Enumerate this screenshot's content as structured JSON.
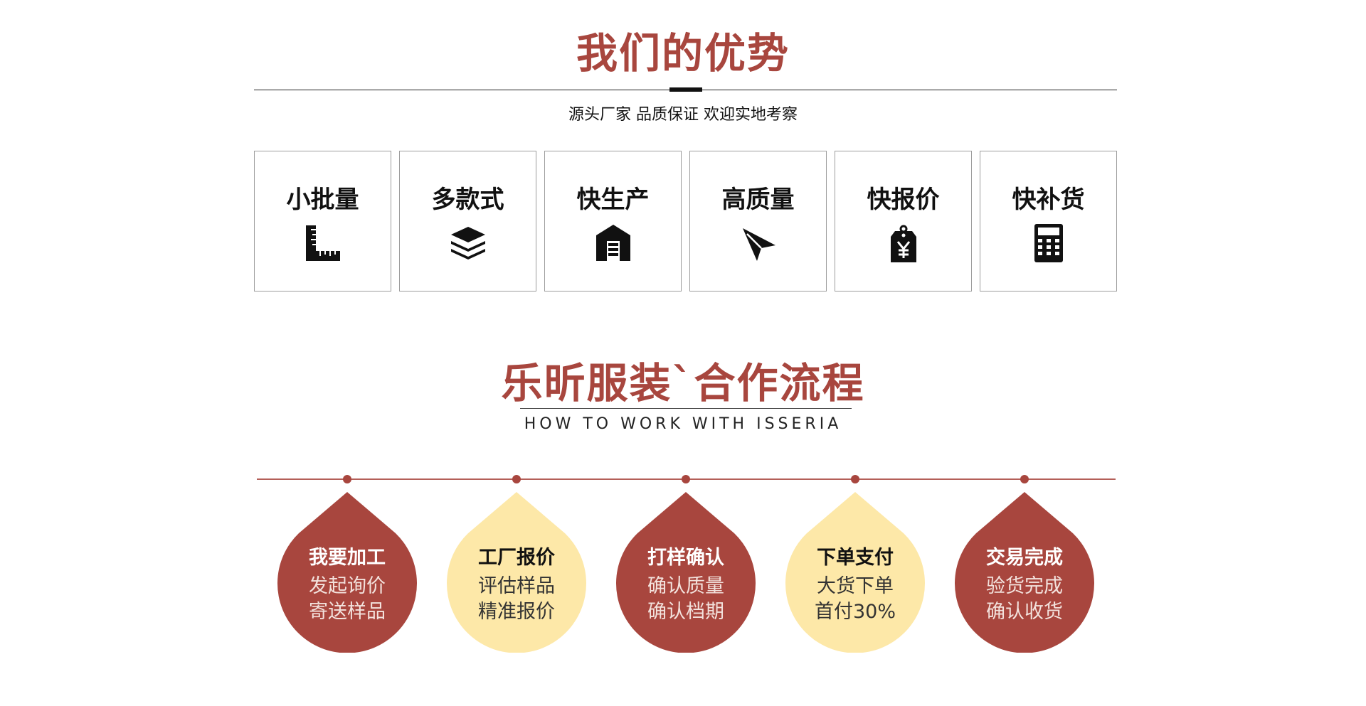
{
  "advantages": {
    "title": "我们的优势",
    "subtitle": "源头厂家 品质保证 欢迎实地考察",
    "items": [
      {
        "label": "小批量",
        "icon": "ruler-icon"
      },
      {
        "label": "多款式",
        "icon": "layers-icon"
      },
      {
        "label": "快生产",
        "icon": "warehouse-icon"
      },
      {
        "label": "高质量",
        "icon": "paper-plane-icon"
      },
      {
        "label": "快报价",
        "icon": "price-tag-icon"
      },
      {
        "label": "快补货",
        "icon": "calculator-icon"
      }
    ]
  },
  "process": {
    "title": "乐昕服装`合作流程",
    "subtitle": "HOW TO WORK WITH ISSERIA",
    "steps": [
      {
        "title": "我要加工",
        "line1": "发起询价",
        "line2": "寄送样品",
        "style": "red"
      },
      {
        "title": "工厂报价",
        "line1": "评估样品",
        "line2": "精准报价",
        "style": "yellow"
      },
      {
        "title": "打样确认",
        "line1": "确认质量",
        "line2": "确认档期",
        "style": "red"
      },
      {
        "title": "下单支付",
        "line1": "大货下单",
        "line2": "首付30%",
        "style": "yellow"
      },
      {
        "title": "交易完成",
        "line1": "验货完成",
        "line2": "确认收货",
        "style": "red"
      }
    ]
  },
  "colors": {
    "accent": "#a8463e",
    "drop_red": "#a8463e",
    "drop_yellow": "#fde8a8"
  }
}
